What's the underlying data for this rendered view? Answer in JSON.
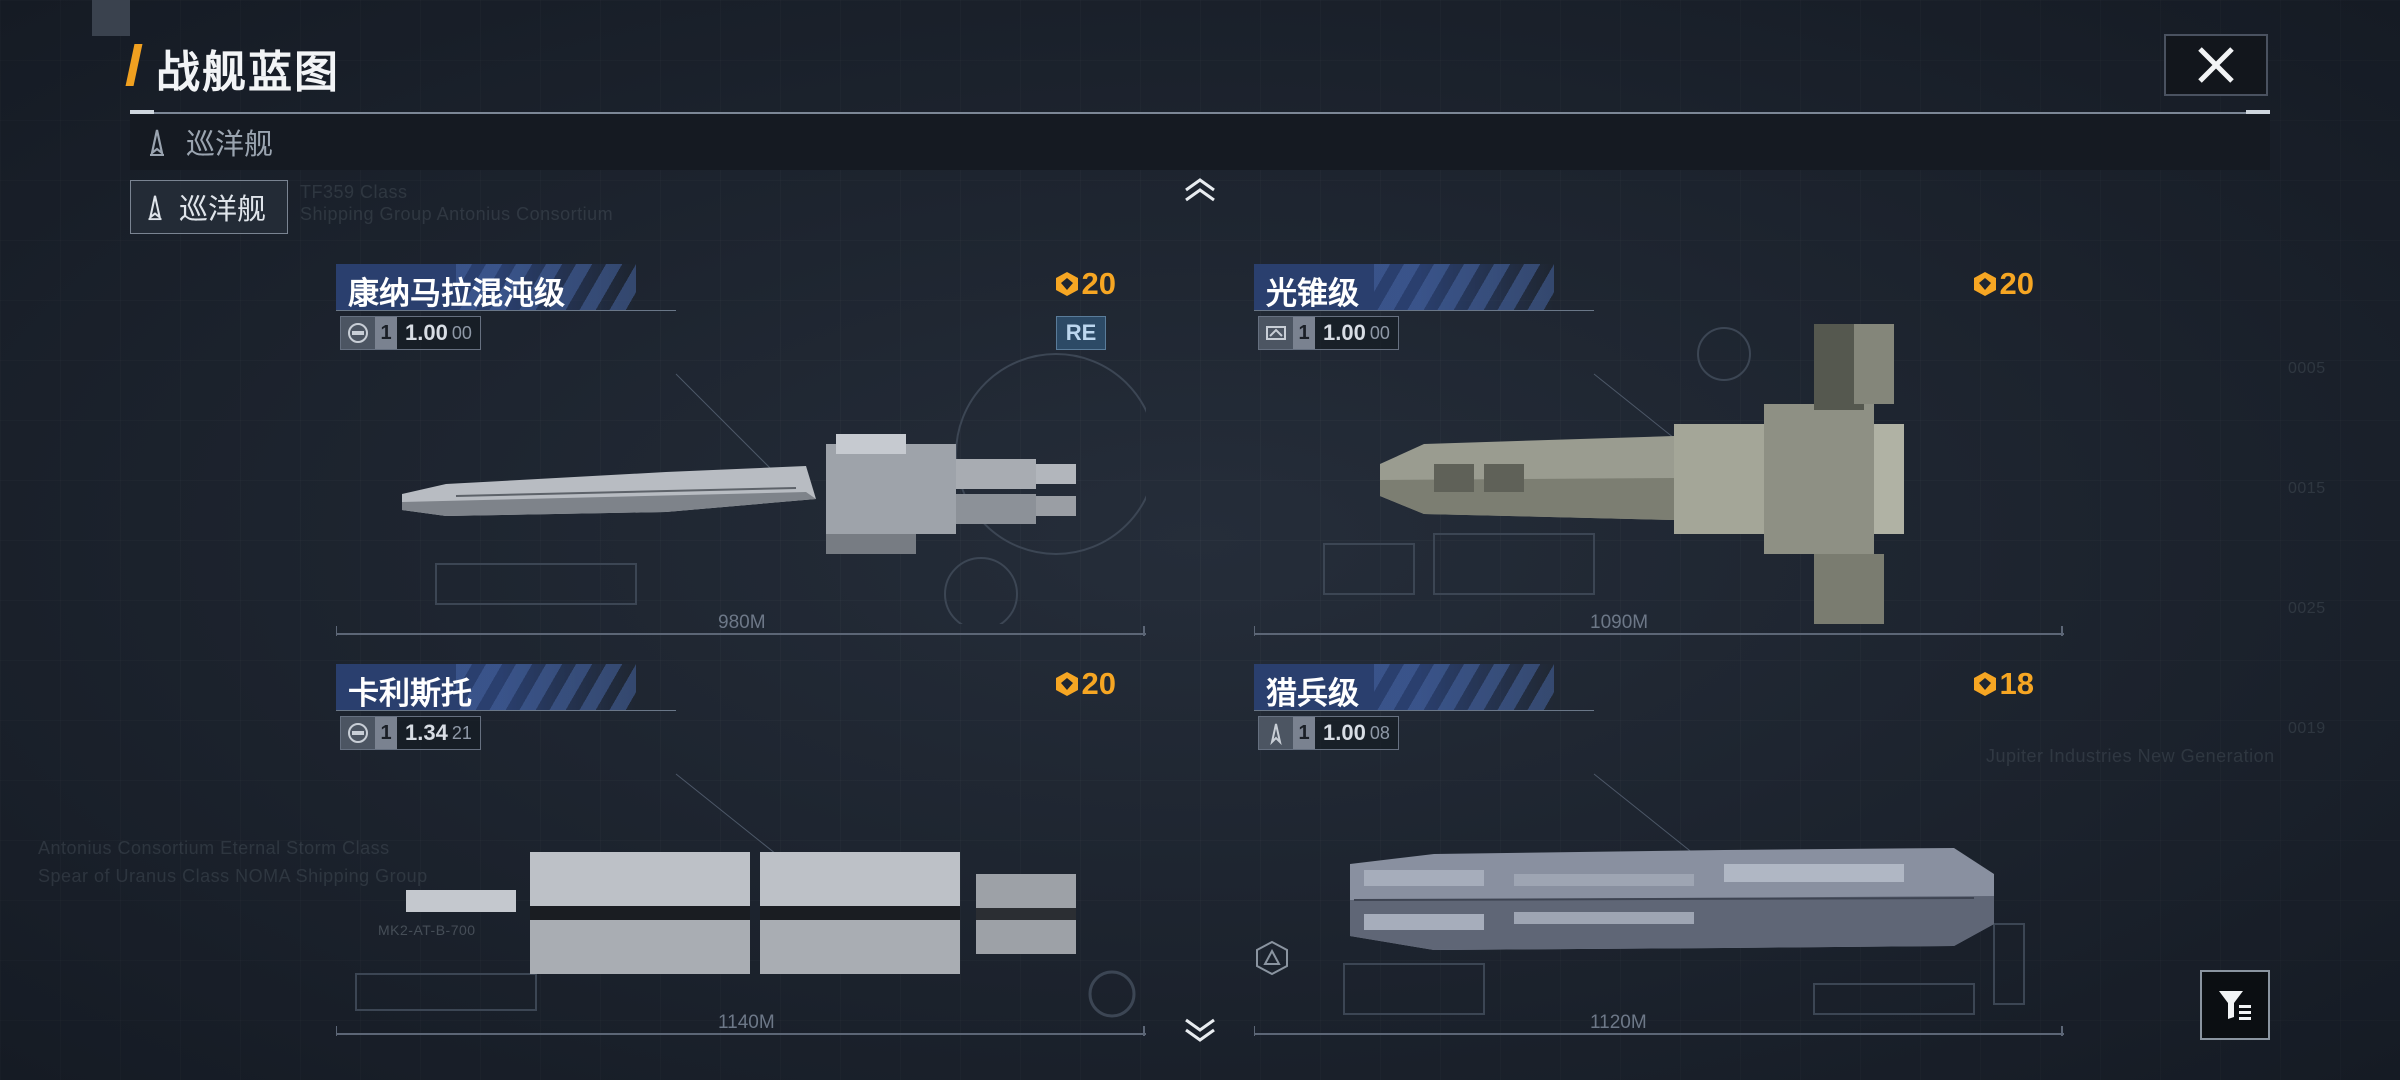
{
  "header": {
    "title": "战舰蓝图"
  },
  "category": {
    "label": "巡洋舰"
  },
  "subcategory": {
    "label": "巡洋舰"
  },
  "background_texts": [
    "TF359 Class",
    "Shipping Group Antonius Consortium",
    "Antonius Consortium Eternal Storm Class",
    "Spear of Uranus Class NOMA Shipping Group",
    "Jupiter Industries   New Generation",
    "MK2-AT-B-700",
    "0015",
    "0025",
    "0019",
    "0005"
  ],
  "ships": [
    {
      "name": "康纳马拉混沌级",
      "cost": "20",
      "tier": "1",
      "stat_value": "1.00",
      "stat_sub": "00",
      "badge": "RE",
      "length": "980M"
    },
    {
      "name": "光锥级",
      "cost": "20",
      "tier": "1",
      "stat_value": "1.00",
      "stat_sub": "00",
      "badge": "",
      "length": "1090M"
    },
    {
      "name": "卡利斯托",
      "cost": "20",
      "tier": "1",
      "stat_value": "1.34",
      "stat_sub": "21",
      "badge": "",
      "length": "1140M"
    },
    {
      "name": "猎兵级",
      "cost": "18",
      "tier": "1",
      "stat_value": "1.00",
      "stat_sub": "08",
      "badge": "",
      "length": "1120M"
    }
  ],
  "colors": {
    "accent": "#f0a020",
    "cost": "#f6a623",
    "name_bar": "#2a3f6e",
    "background": "#1e2530"
  },
  "icons": {
    "close": "close-icon",
    "filter": "filter-icon",
    "scroll_up": "chevron-up-icon",
    "scroll_down": "chevron-down-icon",
    "cost": "cost-emblem-icon",
    "cruiser": "cruiser-icon"
  }
}
